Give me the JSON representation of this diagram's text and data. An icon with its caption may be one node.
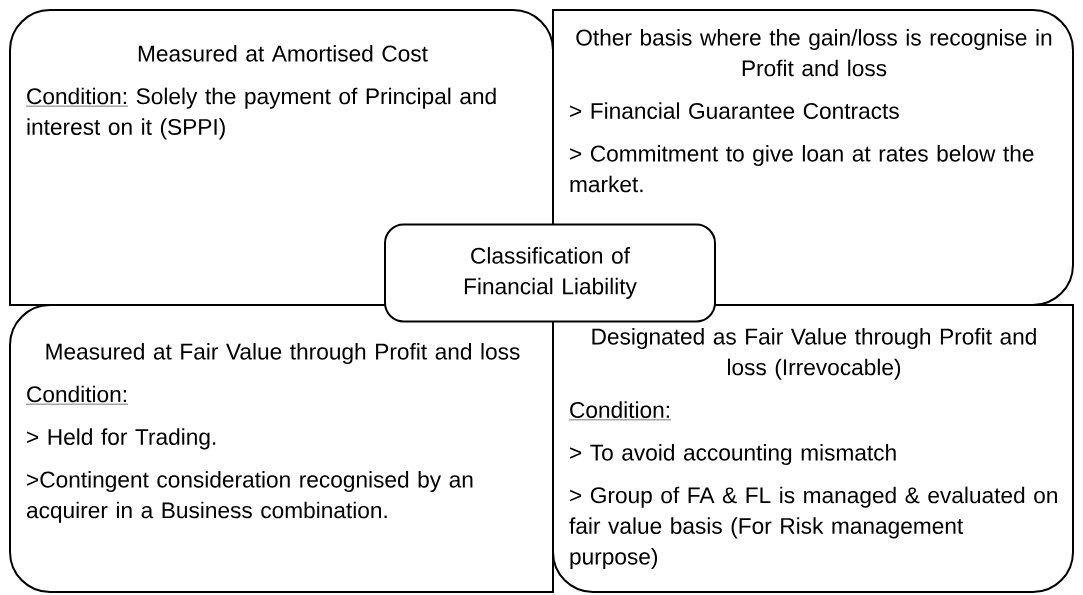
{
  "diagram": {
    "nodes": [
      {
        "text": [
          "Measured at Amortised Cost",
          "Condition:",
          "Solely the payment of Principal and interest on it (SPPI)"
        ]
      },
      {
        "text": [
          "Other basis where the gain/loss is recognise in Profit and loss",
          "> Financial Guarantee Contracts",
          "> Commitment to give loan at rates below the market."
        ]
      },
      {
        "text": [
          "Classification of Financial Liability"
        ]
      },
      {
        "text": [
          "Measured at Fair Value through Profit and loss",
          "Condition:",
          "> Held for Trading.",
          ">Contingent consideration recognised by an acquirer in a Business combination."
        ]
      },
      {
        "text": [
          "Designated as Fair Value through Profit and loss (Irrevocable)",
          "Condition:",
          "> To avoid accounting mismatch",
          "> Group of FA & FL is managed & evaluated on fair value basis (For Risk management purpose)"
        ]
      }
    ]
  }
}
